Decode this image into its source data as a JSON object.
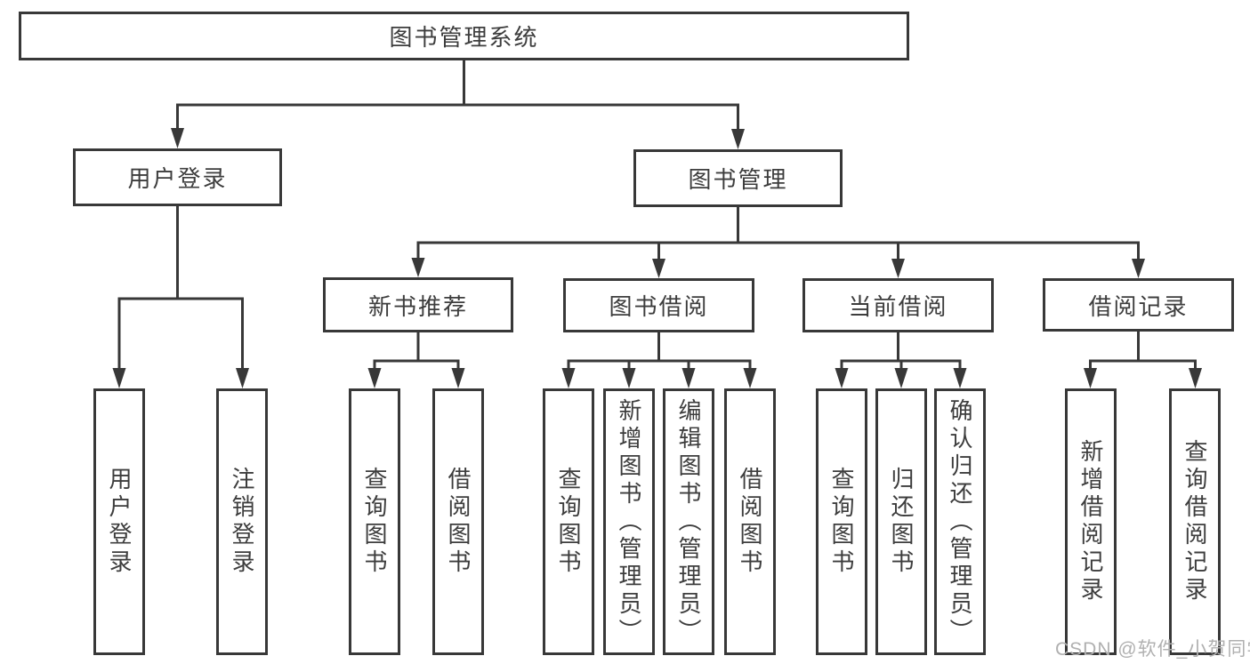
{
  "tree": {
    "root": {
      "label": "图书管理系统",
      "children": [
        {
          "label": "用户登录",
          "children": [
            {
              "label": "用户登录"
            },
            {
              "label": "注销登录"
            }
          ]
        },
        {
          "label": "图书管理",
          "children": [
            {
              "label": "新书推荐",
              "children": [
                {
                  "label": "查询图书"
                },
                {
                  "label": "借阅图书"
                }
              ]
            },
            {
              "label": "图书借阅",
              "children": [
                {
                  "label": "查询图书"
                },
                {
                  "label": "新增图书（管理员）"
                },
                {
                  "label": "编辑图书（管理员）"
                },
                {
                  "label": "借阅图书"
                }
              ]
            },
            {
              "label": "当前借阅",
              "children": [
                {
                  "label": "查询图书"
                },
                {
                  "label": "归还图书"
                },
                {
                  "label": "确认归还（管理员）"
                }
              ]
            },
            {
              "label": "借阅记录",
              "children": [
                {
                  "label": "新增借阅记录"
                },
                {
                  "label": "查询借阅记录"
                }
              ]
            }
          ]
        }
      ]
    }
  },
  "watermark": {
    "text": "CSDN @软件_小贺同学"
  },
  "colors": {
    "line": "#383838",
    "text": "#3d3d3d",
    "watermark": "#b0b0b0",
    "background": "#ffffff"
  }
}
